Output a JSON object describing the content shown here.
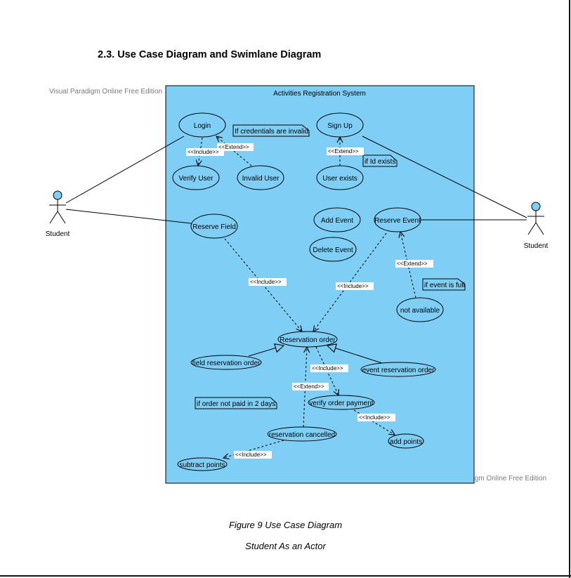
{
  "heading": "2.3. Use Case Diagram and Swimlane Diagram",
  "watermarks": {
    "top": "Visual Paradigm Online Free Edition",
    "bottom": "Visual Paradigm Online Free Edition"
  },
  "system": {
    "title": "Activities Registration System",
    "fill": "#7fcef5"
  },
  "actors": {
    "left": "Student",
    "right": "Student"
  },
  "use_cases": {
    "login": "Login",
    "sign_up": "Sign Up",
    "verify_user": "Verify User",
    "invalid_user": "Invalid User",
    "user_exists": "User exists",
    "reserve_field": "Reserve Field",
    "add_event": "Add Event",
    "reserve_event": "Reserve Event",
    "delete_event": "Delete Event",
    "not_available": "not available",
    "reservation_order": "Reservation order",
    "field_reservation_order": "field reservation order",
    "event_reservation_order": "event reservation order",
    "verify_order_payment": "verify order payment",
    "reservation_cancelled": "reservation cancelled",
    "add_points": "add points",
    "subtract_points": "subtract points"
  },
  "notes": {
    "credentials_invalid": "If credentials are invalid",
    "id_exists": "if Id exists",
    "event_full": "if event is full",
    "order_not_paid": "if order not paid in 2 days"
  },
  "stereotypes": {
    "include": "<<Include>>",
    "extend": "<<Extend>>"
  },
  "captions": {
    "figure": "Figure 9 Use Case Diagram",
    "subtitle": "Student As an Actor"
  }
}
